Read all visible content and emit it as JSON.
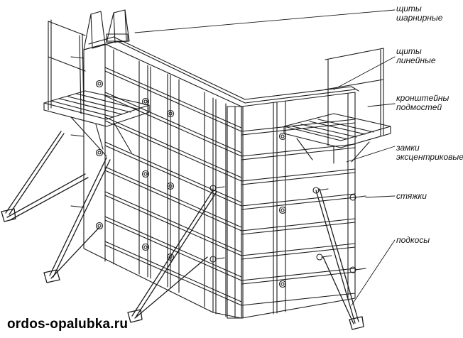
{
  "labels": {
    "hinged_panels": "щиты\nшарнирные",
    "linear_panels": "щиты\nлинейные",
    "scaffold_brackets": "кронштейны\nподмостей",
    "eccentric_locks": "замки\nэксцентриковые",
    "ties": "стяжки",
    "braces": "подкосы"
  },
  "watermark": "ordos-opalubka.ru",
  "colors": {
    "line": "#1a1a1a",
    "background": "#ffffff"
  }
}
